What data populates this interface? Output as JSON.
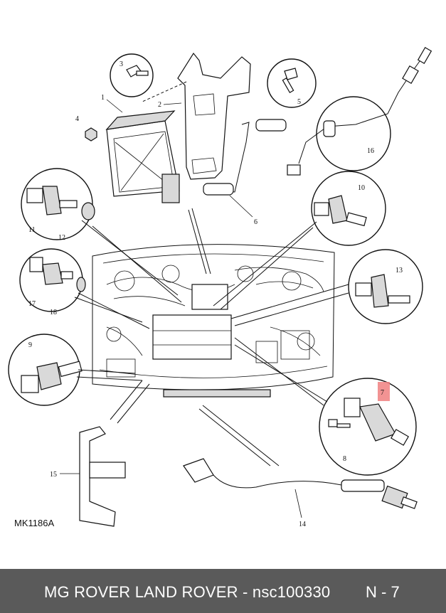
{
  "diagram": {
    "reference_code": "MK1186A",
    "callouts": [
      "1",
      "2",
      "3",
      "4",
      "5",
      "6",
      "7",
      "8",
      "9",
      "10",
      "11",
      "12",
      "13",
      "14",
      "15",
      "16",
      "17",
      "18"
    ],
    "highlight_color": "#f08080"
  },
  "footer": {
    "brand_text": "MG ROVER LAND ROVER - nsc100330",
    "page_label": "N - 7",
    "background_color": "#5a5a5a"
  }
}
